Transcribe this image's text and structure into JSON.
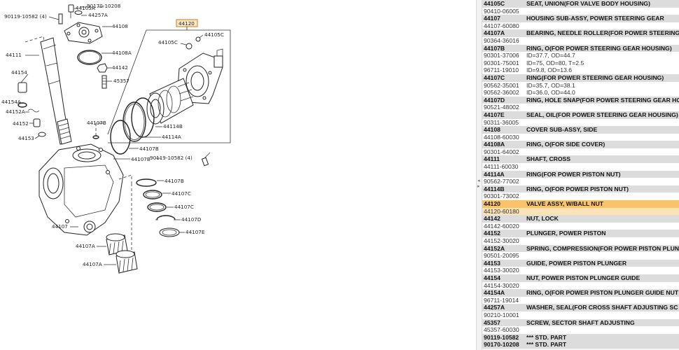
{
  "diagram": {
    "selected_callout": "44120",
    "labels": [
      {
        "id": "44105A",
        "text": "44105A"
      },
      {
        "id": "44257A",
        "text": "44257A"
      },
      {
        "id": "90170-10208",
        "text": "90170-10208"
      },
      {
        "id": "90119-10582-top",
        "text": "90119-10582 (4)"
      },
      {
        "id": "44108",
        "text": "44108"
      },
      {
        "id": "44111",
        "text": "44111"
      },
      {
        "id": "44108A",
        "text": "44108A"
      },
      {
        "id": "44154",
        "text": "44154"
      },
      {
        "id": "44142",
        "text": "44142"
      },
      {
        "id": "45357",
        "text": "45357"
      },
      {
        "id": "44154A",
        "text": "44154A"
      },
      {
        "id": "44152A",
        "text": "44152A"
      },
      {
        "id": "44152",
        "text": "44152"
      },
      {
        "id": "44153",
        "text": "44153"
      },
      {
        "id": "44107B-left",
        "text": "44107B"
      },
      {
        "id": "44120",
        "text": "44120"
      },
      {
        "id": "44105C-a",
        "text": "44105C"
      },
      {
        "id": "44105C-b",
        "text": "44105C"
      },
      {
        "id": "44114B",
        "text": "44114B"
      },
      {
        "id": "44114A",
        "text": "44114A"
      },
      {
        "id": "44107B-mid",
        "text": "44107B"
      },
      {
        "id": "44107B-lower",
        "text": "44107B"
      },
      {
        "id": "90119-10582-bottom",
        "text": "90119-10582 (4)"
      },
      {
        "id": "44107B-r",
        "text": "44107B"
      },
      {
        "id": "44107C",
        "text": "44107C"
      },
      {
        "id": "44107C-2",
        "text": "44107C"
      },
      {
        "id": "44107D",
        "text": "44107D"
      },
      {
        "id": "44107E",
        "text": "44107E"
      },
      {
        "id": "44107",
        "text": "44107"
      },
      {
        "id": "44107A-1",
        "text": "44107A"
      },
      {
        "id": "44107A-2",
        "text": "44107A"
      }
    ]
  },
  "parts": [
    {
      "code": "44105C",
      "name": "SEAT, UNION(FOR VALVE BODY HOUSING)",
      "subs": [
        {
          "number": "90410-06005",
          "desc": ""
        }
      ],
      "selected": false
    },
    {
      "code": "44107",
      "name": "HOUSING SUB-ASSY, POWER STEERING GEAR",
      "subs": [
        {
          "number": "44107-60080",
          "desc": ""
        }
      ],
      "selected": false
    },
    {
      "code": "44107A",
      "name": "BEARING, NEEDLE ROLLER(FOR POWER STEERING",
      "subs": [
        {
          "number": "90364-36016",
          "desc": ""
        }
      ],
      "selected": false
    },
    {
      "code": "44107B",
      "name": "RING, O(FOR POWER STEERING GEAR HOUSING)",
      "subs": [
        {
          "number": "90301-37006",
          "desc": "ID=37.7, OD=44.7"
        },
        {
          "number": "90301-75001",
          "desc": "ID=75, OD=80, T=2.5"
        },
        {
          "number": "96711-19010",
          "desc": "ID=9.8, OD=13.6"
        }
      ],
      "selected": false
    },
    {
      "code": "44107C",
      "name": "RING(FOR POWER STEERING GEAR HOUSING)",
      "subs": [
        {
          "number": "90562-35001",
          "desc": "ID=35.7, OD=38.1"
        },
        {
          "number": "90562-36002",
          "desc": "ID=36.0, OD=44.0"
        }
      ],
      "selected": false
    },
    {
      "code": "44107D",
      "name": "RING, HOLE SNAP(FOR POWER STEERING GEAR HO",
      "subs": [
        {
          "number": "90521-48002",
          "desc": ""
        }
      ],
      "selected": false
    },
    {
      "code": "44107E",
      "name": "SEAL, OIL(FOR POWER STEERING GEAR HOUSING)",
      "subs": [
        {
          "number": "90311-36005",
          "desc": ""
        }
      ],
      "selected": false
    },
    {
      "code": "44108",
      "name": "COVER SUB-ASSY, SIDE",
      "subs": [
        {
          "number": "44108-60030",
          "desc": ""
        }
      ],
      "selected": false
    },
    {
      "code": "44108A",
      "name": "RING, O(FOR SIDE COVER)",
      "subs": [
        {
          "number": "90301-64002",
          "desc": ""
        }
      ],
      "selected": false
    },
    {
      "code": "44111",
      "name": "SHAFT, CROSS",
      "subs": [
        {
          "number": "44111-60030",
          "desc": ""
        }
      ],
      "selected": false
    },
    {
      "code": "44114A",
      "name": "RING(FOR POWER PISTON NUT)",
      "subs": [
        {
          "number": "90562-77002",
          "desc": ""
        }
      ],
      "selected": false
    },
    {
      "code": "44114B",
      "name": "RING, O(FOR POWER PISTON NUT)",
      "subs": [
        {
          "number": "90301-73002",
          "desc": ""
        }
      ],
      "selected": false
    },
    {
      "code": "44120",
      "name": "VALVE ASSY, W/BALL NUT",
      "subs": [
        {
          "number": "44120-60180",
          "desc": ""
        }
      ],
      "selected": true
    },
    {
      "code": "44142",
      "name": "NUT, LOCK",
      "subs": [
        {
          "number": "44142-60020",
          "desc": ""
        }
      ],
      "selected": false
    },
    {
      "code": "44152",
      "name": "PLUNGER, POWER PISTON",
      "subs": [
        {
          "number": "44152-30020",
          "desc": ""
        }
      ],
      "selected": false
    },
    {
      "code": "44152A",
      "name": "SPRING, COMPRESSION(FOR POWER PISTON PLUN",
      "subs": [
        {
          "number": "90501-20095",
          "desc": ""
        }
      ],
      "selected": false
    },
    {
      "code": "44153",
      "name": "GUIDE, POWER PISTON PLUNGER",
      "subs": [
        {
          "number": "44153-30020",
          "desc": ""
        }
      ],
      "selected": false
    },
    {
      "code": "44154",
      "name": "NUT, POWER PISTON PLUNGER GUIDE",
      "subs": [
        {
          "number": "44154-30020",
          "desc": ""
        }
      ],
      "selected": false
    },
    {
      "code": "44154A",
      "name": "RING, O(FOR POWER PISTON PLUNGER GUIDE NUT",
      "subs": [
        {
          "number": "96711-19014",
          "desc": ""
        }
      ],
      "selected": false
    },
    {
      "code": "44257A",
      "name": "WASHER, SEAL(FOR CROSS SHAFT ADJUSTING SC",
      "subs": [
        {
          "number": "90210-10001",
          "desc": ""
        }
      ],
      "selected": false
    },
    {
      "code": "45357",
      "name": "SCREW, SECTOR SHAFT ADJUSTING",
      "subs": [
        {
          "number": "45357-60030",
          "desc": ""
        }
      ],
      "selected": false
    },
    {
      "code": "90119-10582",
      "name": "*** STD. PART",
      "subs": [],
      "selected": false
    },
    {
      "code": "90170-10208",
      "name": "*** STD. PART",
      "subs": [],
      "selected": false
    }
  ]
}
